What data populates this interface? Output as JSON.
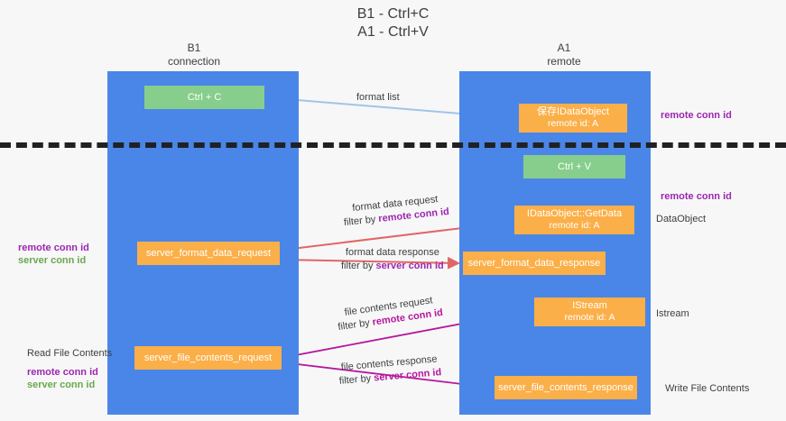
{
  "title": {
    "line1": "B1 - Ctrl+C",
    "line2": "A1 - Ctrl+V"
  },
  "columns": [
    {
      "id": "b1",
      "name": "B1",
      "role": "connection"
    },
    {
      "id": "a1",
      "name": "A1",
      "role": "remote"
    }
  ],
  "nodes": {
    "ctrl_c": {
      "label": "Ctrl + C",
      "sub": "",
      "color": "#87ce8d"
    },
    "save_idataobject": {
      "label": "保存IDataObject",
      "sub": "remote id: A",
      "color": "#fbaf48"
    },
    "ctrl_v": {
      "label": "Ctrl + V",
      "sub": "",
      "color": "#87ce8d"
    },
    "idataobject_getdata": {
      "label": "IDataObject::GetData",
      "sub": "remote id: A",
      "color": "#fbaf48"
    },
    "server_format_data_request": {
      "label": "server_format_data_request",
      "sub": "",
      "color": "#fbaf48"
    },
    "server_format_data_response": {
      "label": "server_format_data_response",
      "sub": "",
      "color": "#fbaf48"
    },
    "istream": {
      "label": "IStream",
      "sub": "remote id: A",
      "color": "#fbaf48"
    },
    "server_file_contents_request": {
      "label": "server_file_contents_request",
      "sub": "",
      "color": "#fbaf48"
    },
    "server_file_contents_response": {
      "label": "server_file_contents_response",
      "sub": "",
      "color": "#fbaf48"
    }
  },
  "edges": {
    "format_list": {
      "line1": "format list",
      "line2_prefix": "",
      "line2_key": "",
      "color": "#9fc5e8"
    },
    "format_data_request": {
      "line1": "format data request",
      "line2_prefix": "filter by",
      "line2_key": "remote conn id",
      "color": "#e06666"
    },
    "format_data_response": {
      "line1": "format data response",
      "line2_prefix": "filter by",
      "line2_key": "server conn id",
      "color": "#e06666"
    },
    "file_contents_request": {
      "line1": "file contents request",
      "line2_prefix": "filter by",
      "line2_key": "remote conn id",
      "color": "#b5179e"
    },
    "file_contents_response": {
      "line1": "file contents response",
      "line2_prefix": "filter by",
      "line2_key": "server conn id",
      "color": "#b5179e"
    }
  },
  "annotations": {
    "right": [
      {
        "id": "remote-conn-id-top",
        "text": "remote conn id",
        "color": "#9c27b0"
      },
      {
        "id": "remote-conn-id-mid",
        "text": "remote conn id",
        "color": "#9c27b0"
      },
      {
        "id": "dataobject",
        "text": "DataObject",
        "color": "#3c4043"
      },
      {
        "id": "istream",
        "text": "Istream",
        "color": "#3c4043"
      },
      {
        "id": "write-file-contents",
        "text": "Write File Contents",
        "color": "#3c4043"
      }
    ],
    "left": {
      "group1": {
        "line1": "remote conn id",
        "line2": "server conn id"
      },
      "group2": {
        "heading": "Read File Contents",
        "line1": "remote conn id",
        "line2": "server conn id"
      }
    }
  },
  "colors": {
    "lane": "#4a86e8",
    "green_node": "#87ce8d",
    "orange_node": "#fbaf48",
    "divider": "#202124",
    "background": "#f7f7f7",
    "purple": "#9c27b0",
    "green_text": "#6aa84f",
    "red_arrow": "#e06666",
    "blue_arrow": "#9fc5e8",
    "magenta_arrow": "#b5179e",
    "black_arrow": "#202124"
  }
}
